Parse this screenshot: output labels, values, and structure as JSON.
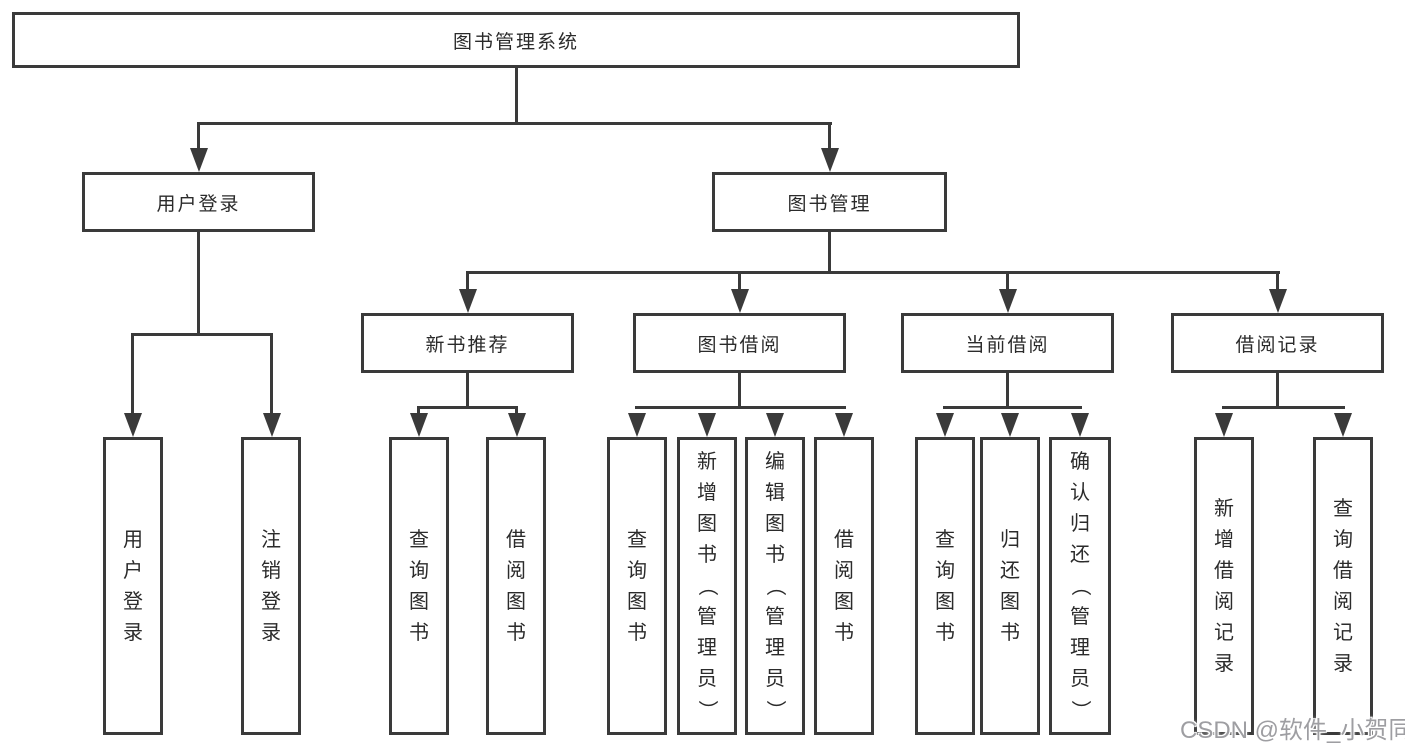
{
  "diagram": {
    "title_node": {
      "label": "图书管理系统"
    },
    "level1": [
      {
        "label": "用户登录"
      },
      {
        "label": "图书管理"
      }
    ],
    "level2": [
      {
        "label": "新书推荐"
      },
      {
        "label": "图书借阅"
      },
      {
        "label": "当前借阅"
      },
      {
        "label": "借阅记录"
      }
    ],
    "leaves": {
      "login": [
        "用户登录",
        "注销登录"
      ],
      "recommend": [
        "查询图书",
        "借阅图书"
      ],
      "borrow": [
        "查询图书",
        "新增图书（管理员）",
        "编辑图书（管理员）",
        "借阅图书"
      ],
      "current": [
        "查询图书",
        "归还图书",
        "确认归还（管理员）"
      ],
      "records": [
        "新增借阅记录",
        "查询借阅记录"
      ]
    }
  },
  "watermark": {
    "text": "CSDN @软件_小贺同学"
  },
  "colors": {
    "line": "#3a3a3a",
    "text": "#2b2b2b",
    "background": "#ffffff",
    "watermark_text": "#9e9ea2"
  }
}
